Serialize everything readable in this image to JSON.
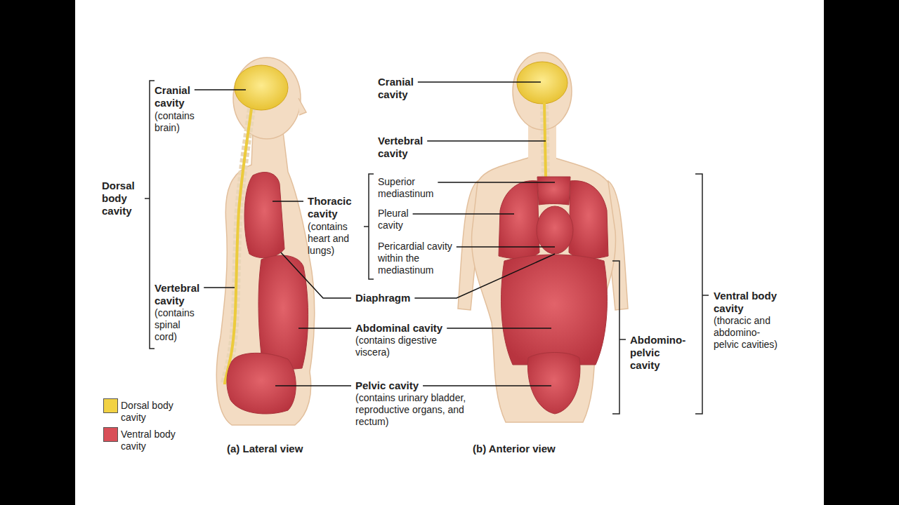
{
  "diagram": {
    "labels": [
      "Cranial cavity",
      "(contains brain)",
      "Dorsal body cavity",
      "Vertebral cavity",
      "(contains spinal cord)",
      "Thoracic cavity",
      "(contains heart and lungs)",
      "Diaphragm",
      "Abdominal cavity",
      "(contains digestive viscera)",
      "Pelvic cavity",
      "(contains urinary bladder, reproductive organs, and rectum)",
      "Cranial cavity",
      "Vertebral cavity",
      "Superior mediastinum",
      "Pleural cavity",
      "Pericardial cavity within the mediastinum",
      "Abdomino- pelvic cavity",
      "Ventral body cavity",
      "(thoracic and abdomino- pelvic cavities)",
      "(a) Lateral view",
      "(b) Anterior view"
    ],
    "legend": [
      {
        "text": "Dorsal body cavity",
        "color": "#f2d244"
      },
      {
        "text": "Ventral body cavity",
        "color": "#d94f58"
      }
    ]
  }
}
